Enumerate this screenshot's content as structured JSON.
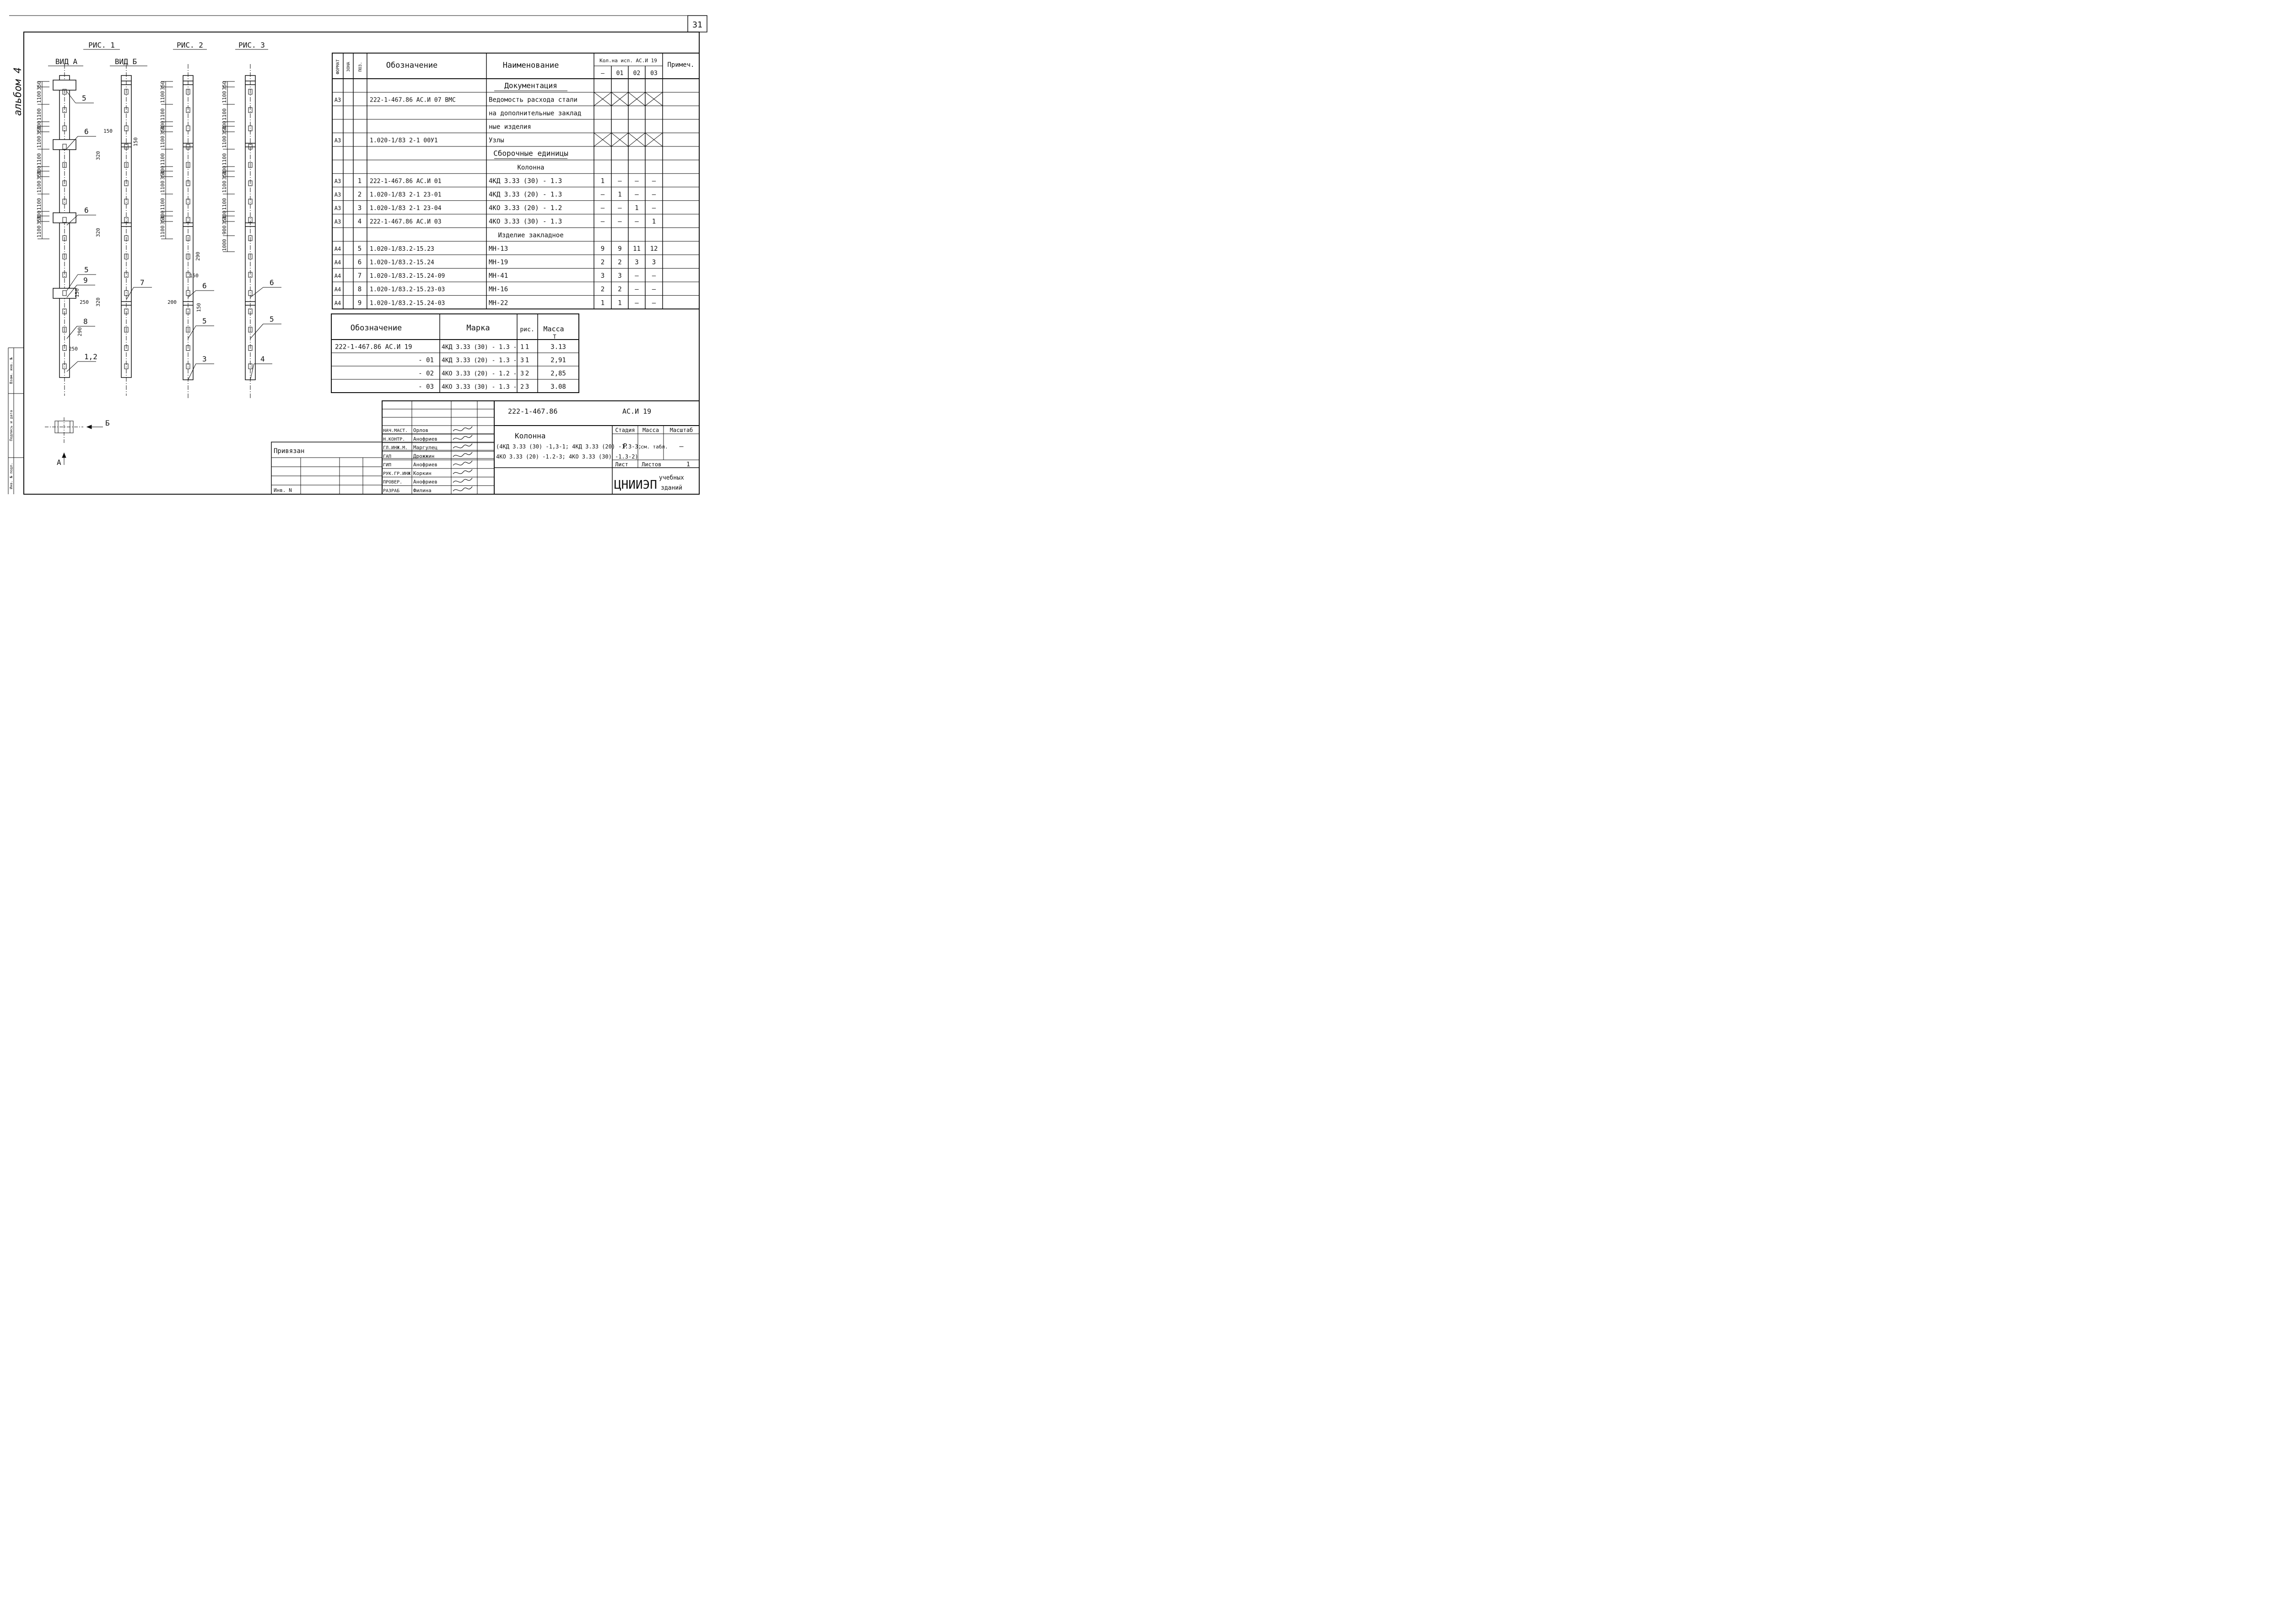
{
  "sheet": {
    "number": "31",
    "album_note": "альбом 4",
    "left_strip_labels": [
      "Инв. № подл.",
      "Подпись и дата",
      "Взам. инв. №"
    ]
  },
  "figures": {
    "fig1_title": "РИС. 1",
    "fig2_title": "РИС. 2",
    "fig3_title": "РИС. 3",
    "view_a": "ВИД А",
    "view_b": "ВИД Б",
    "fig1_dims": [
      "350",
      "1100",
      "1100",
      "300",
      "350",
      "1100",
      "1100",
      "300",
      "350",
      "1100",
      "1100",
      "300",
      "350",
      "1100"
    ],
    "fig2_dims": [
      "350",
      "1100",
      "1100",
      "300",
      "350",
      "1100",
      "1100",
      "300",
      "350",
      "1100",
      "1100",
      "300",
      "350",
      "1100"
    ],
    "fig3_dims": [
      "350",
      "1100",
      "1100",
      "300",
      "350",
      "1100",
      "1100",
      "300",
      "350",
      "1100",
      "1100",
      "300",
      "350",
      "900",
      "1000"
    ],
    "fig1_callouts": [
      "5",
      "6",
      "6",
      "5",
      "9",
      "8",
      "1,2"
    ],
    "fig1_small_dims": [
      "150",
      "250",
      "290",
      "250",
      "320",
      "320"
    ],
    "fig1b_dims": [
      "150",
      "150",
      "320",
      "320"
    ],
    "fig1b_callout": "7",
    "fig2_callouts": [
      "6",
      "5",
      "3"
    ],
    "fig2_small_dims": [
      "290",
      "150",
      "200",
      "150"
    ],
    "fig3_callouts": [
      "6",
      "5",
      "4"
    ],
    "section_arrow": "Б",
    "view_arrow": "А"
  },
  "spec_table": {
    "headers": {
      "format": "ФОРМАТ",
      "zone": "ЗОНА",
      "pos": "ПОЗ.",
      "designation": "Обозначение",
      "name": "Наименование",
      "qty": "Кол.на исп. АС.И 19",
      "note": "Примеч.",
      "qty_cols": [
        "—",
        "01",
        "02",
        "03"
      ]
    },
    "rows": [
      {
        "format": "",
        "pos": "",
        "designation": "",
        "name": "Документация",
        "q": [
          "",
          "",
          "",
          ""
        ],
        "heading": true
      },
      {
        "format": "А3",
        "pos": "",
        "designation": "222-1-467.86    АС.И 07 ВМС",
        "name": "Ведомость расхода стали",
        "q": [
          "X",
          "X",
          "X",
          "X"
        ]
      },
      {
        "format": "",
        "pos": "",
        "designation": "",
        "name": "на дополнительные заклад",
        "q": [
          "",
          "",
          "",
          ""
        ]
      },
      {
        "format": "",
        "pos": "",
        "designation": "",
        "name": "ные изделия",
        "q": [
          "",
          "",
          "",
          ""
        ]
      },
      {
        "format": "А3",
        "pos": "",
        "designation": "1.020-1/83  2-1  00У1",
        "name": "Узлы",
        "q": [
          "X",
          "X",
          "X",
          "X"
        ]
      },
      {
        "format": "",
        "pos": "",
        "designation": "",
        "name": "Сборочные единицы",
        "q": [
          "",
          "",
          "",
          ""
        ],
        "heading": true
      },
      {
        "format": "",
        "pos": "",
        "designation": "",
        "name": "Колонна",
        "q": [
          "",
          "",
          "",
          ""
        ]
      },
      {
        "format": "А3",
        "pos": "1",
        "designation": "222-1-467.86     АС.И 01",
        "name": "4КД 3.33 (30) - 1.3",
        "q": [
          "1",
          "—",
          "—",
          "—"
        ]
      },
      {
        "format": "А3",
        "pos": "2",
        "designation": "1.020-1/83  2-1  23-01",
        "name": "4КД 3.33 (20) - 1.3",
        "q": [
          "—",
          "1",
          "—",
          "—"
        ]
      },
      {
        "format": "А3",
        "pos": "3",
        "designation": "1.020-1/83  2-1  23-04",
        "name": "4КО 3.33 (20) - 1.2",
        "q": [
          "—",
          "—",
          "1",
          "—"
        ]
      },
      {
        "format": "А3",
        "pos": "4",
        "designation": "222-1-467.86     АС.И 03",
        "name": "4КО 3.33 (30) - 1.3",
        "q": [
          "—",
          "—",
          "—",
          "1"
        ]
      },
      {
        "format": "",
        "pos": "",
        "designation": "",
        "name": "Изделие закладное",
        "q": [
          "",
          "",
          "",
          ""
        ]
      },
      {
        "format": "А4",
        "pos": "5",
        "designation": "1.020-1/83.2-15.23",
        "name": "МН-13",
        "q": [
          "9",
          "9",
          "11",
          "12"
        ]
      },
      {
        "format": "А4",
        "pos": "6",
        "designation": "1.020-1/83.2-15.24",
        "name": "МН-19",
        "q": [
          "2",
          "2",
          "3",
          "3"
        ]
      },
      {
        "format": "А4",
        "pos": "7",
        "designation": "1.020-1/83.2-15.24-09",
        "name": "МН-41",
        "q": [
          "3",
          "3",
          "—",
          "—"
        ]
      },
      {
        "format": "А4",
        "pos": "8",
        "designation": "1.020-1/83.2-15.23-03",
        "name": "МН-16",
        "q": [
          "2",
          "2",
          "—",
          "—"
        ]
      },
      {
        "format": "А4",
        "pos": "9",
        "designation": "1.020-1/83.2-15.24-03",
        "name": "МН-22",
        "q": [
          "1",
          "1",
          "—",
          "—"
        ]
      }
    ]
  },
  "mass_table": {
    "headers": {
      "designation": "Обозначение",
      "mark": "Марка",
      "fig": "рис.",
      "mass": "Масса",
      "mass_unit": "Т"
    },
    "rows": [
      {
        "designation": "222-1-467.86      АС.И 19",
        "mark": "4КД 3.33 (30) - 1.3 - 1",
        "fig": "1",
        "mass": "3.13"
      },
      {
        "designation": "- 01",
        "mark": "4КД 3.33 (20) - 1.3 - 3",
        "fig": "1",
        "mass": "2,91"
      },
      {
        "designation": "- 02",
        "mark": "4КО 3.33 (20) - 1.2 - 3",
        "fig": "2",
        "mass": "2,85"
      },
      {
        "designation": "- 03",
        "mark": "4КО 3.33 (30) - 1.3 - 2",
        "fig": "3",
        "mass": "3.08"
      }
    ]
  },
  "title_block": {
    "code": "222-1-467.86",
    "doc": "АС.И 19",
    "title": "Колонна",
    "subtitle_1": "(4КД 3.33 (30) -1,3-1; 4КД 3.33 (20) -1.3-3;",
    "subtitle_2": "4КО 3.33 (20) -1.2-3; 4КО 3.33 (30) -1.3-2)",
    "stage_label": "Стадия",
    "mass_label": "Масса",
    "scale_label": "Масштаб",
    "stage": "Р",
    "mass": "см. табл.",
    "scale": "—",
    "sheet_label": "Лист",
    "sheets_label": "Листов",
    "sheets": "1",
    "org_1": "ЦНИИЭП",
    "org_2": "учебных",
    "org_3": "зданий",
    "privyazan": "Привязан",
    "inv": "Инв. N",
    "signatures": [
      {
        "role": "НАЧ.МАСТ.",
        "name": "Орлов"
      },
      {
        "role": "Н.КОНТР.",
        "name": "Анофриев"
      },
      {
        "role": "ГЛ.ИНЖ.М.",
        "name": "Маргулец"
      },
      {
        "role": "ГАП",
        "name": "Дрожжин"
      },
      {
        "role": "ГИП",
        "name": "Анофриев"
      },
      {
        "role": "РУК.ГР.ИНЖ",
        "name": "Коркин"
      },
      {
        "role": "ПРОВЕР.",
        "name": "Анофриев"
      },
      {
        "role": "РАЗРАБ",
        "name": "Филина"
      }
    ]
  }
}
